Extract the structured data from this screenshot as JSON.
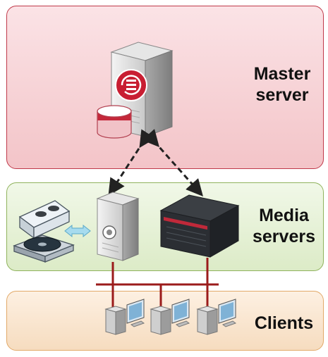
{
  "tiers": {
    "master": {
      "label_line1": "Master",
      "label_line2": "server"
    },
    "media": {
      "label_line1": "Media",
      "label_line2": "servers"
    },
    "clients": {
      "label": "Clients"
    }
  },
  "colors": {
    "master_fill": "#f7d3d6",
    "master_border": "#c0394a",
    "media_fill": "#e6f2d7",
    "media_border": "#8fb35c",
    "clients_fill": "#fbe6cf",
    "clients_border": "#e2a968",
    "network_line": "#9b1b1b",
    "dashed_arrow": "#222222",
    "storage_arrow": "#9fd3e6"
  },
  "icons": [
    "master-server-tower-icon",
    "database-icon",
    "media-server-tower-icon",
    "rack-server-icon",
    "tape-storage-icon",
    "disk-storage-icon",
    "client-workstation-icon"
  ]
}
